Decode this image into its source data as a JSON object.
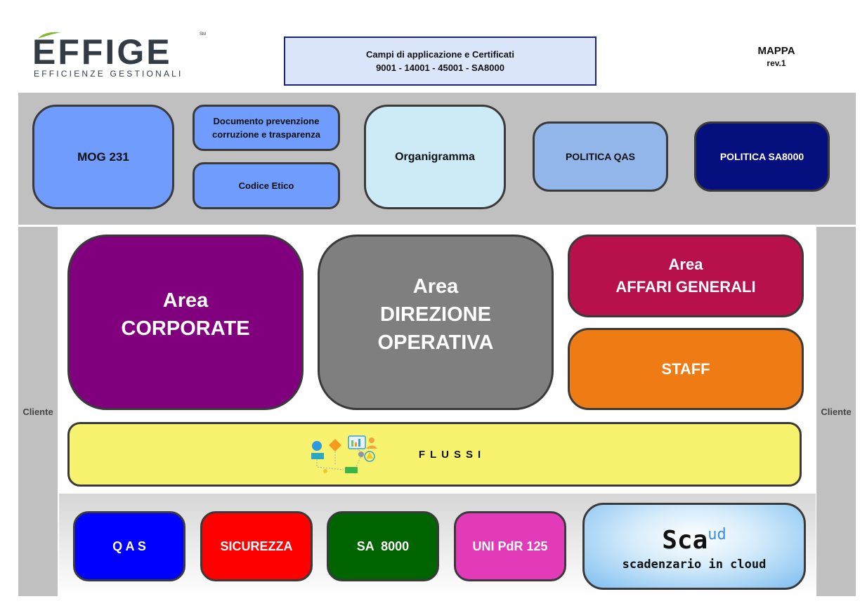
{
  "header": {
    "logo_text": "EFFIGE",
    "logo_tagline": "EFFICIENZE GESTIONALI",
    "logo_trademark": "SM",
    "title_line1": "Campi di applicazione e Certificati",
    "title_line2": "9001 - 14001 - 45001 - SA8000",
    "doc_name": "MAPPA",
    "revision": "rev.1"
  },
  "top_row": {
    "mog": "MOG 231",
    "doc_prevenzione_line1": "Documento prevenzione",
    "doc_prevenzione_line2": "corruzione e trasparenza",
    "codice_etico": "Codice Etico",
    "organigramma": "Organigramma",
    "politica_qas": "POLITICA QAS",
    "politica_sa8000": "POLITICA SA8000"
  },
  "sides": {
    "left": "Cliente",
    "right": "Cliente"
  },
  "areas": {
    "corporate_line1": "Area",
    "corporate_line2": "CORPORATE",
    "direzione_line1": "Area",
    "direzione_line2": "DIREZIONE",
    "direzione_line3": "OPERATIVA",
    "affari_line1": "Area",
    "affari_line2": "AFFARI GENERALI",
    "staff": "STAFF"
  },
  "flussi": {
    "label": "FLUSSI"
  },
  "bottom_row": {
    "qas": "Q A S",
    "sicurezza": "SICUREZZA",
    "sa8000": "SA  8000",
    "uni": "UNI PdR 125",
    "scaud_main": "Sca",
    "scaud_sup": "ud",
    "scaud_sub": "scadenzario in cloud"
  },
  "colors": {
    "mog": "#6f9cfd",
    "organigramma": "#cdebf7",
    "politica_qas": "#92b5ea",
    "politica_sa8000": "#050f7e",
    "corporate": "#80007e",
    "direzione": "#7f7f7f",
    "affari": "#b8104b",
    "staff": "#ee7b14",
    "flussi": "#f8f36f",
    "qas": "#0000fe",
    "sicurezza": "#fe0000",
    "sa8000": "#006400",
    "uni": "#e23ab8"
  }
}
